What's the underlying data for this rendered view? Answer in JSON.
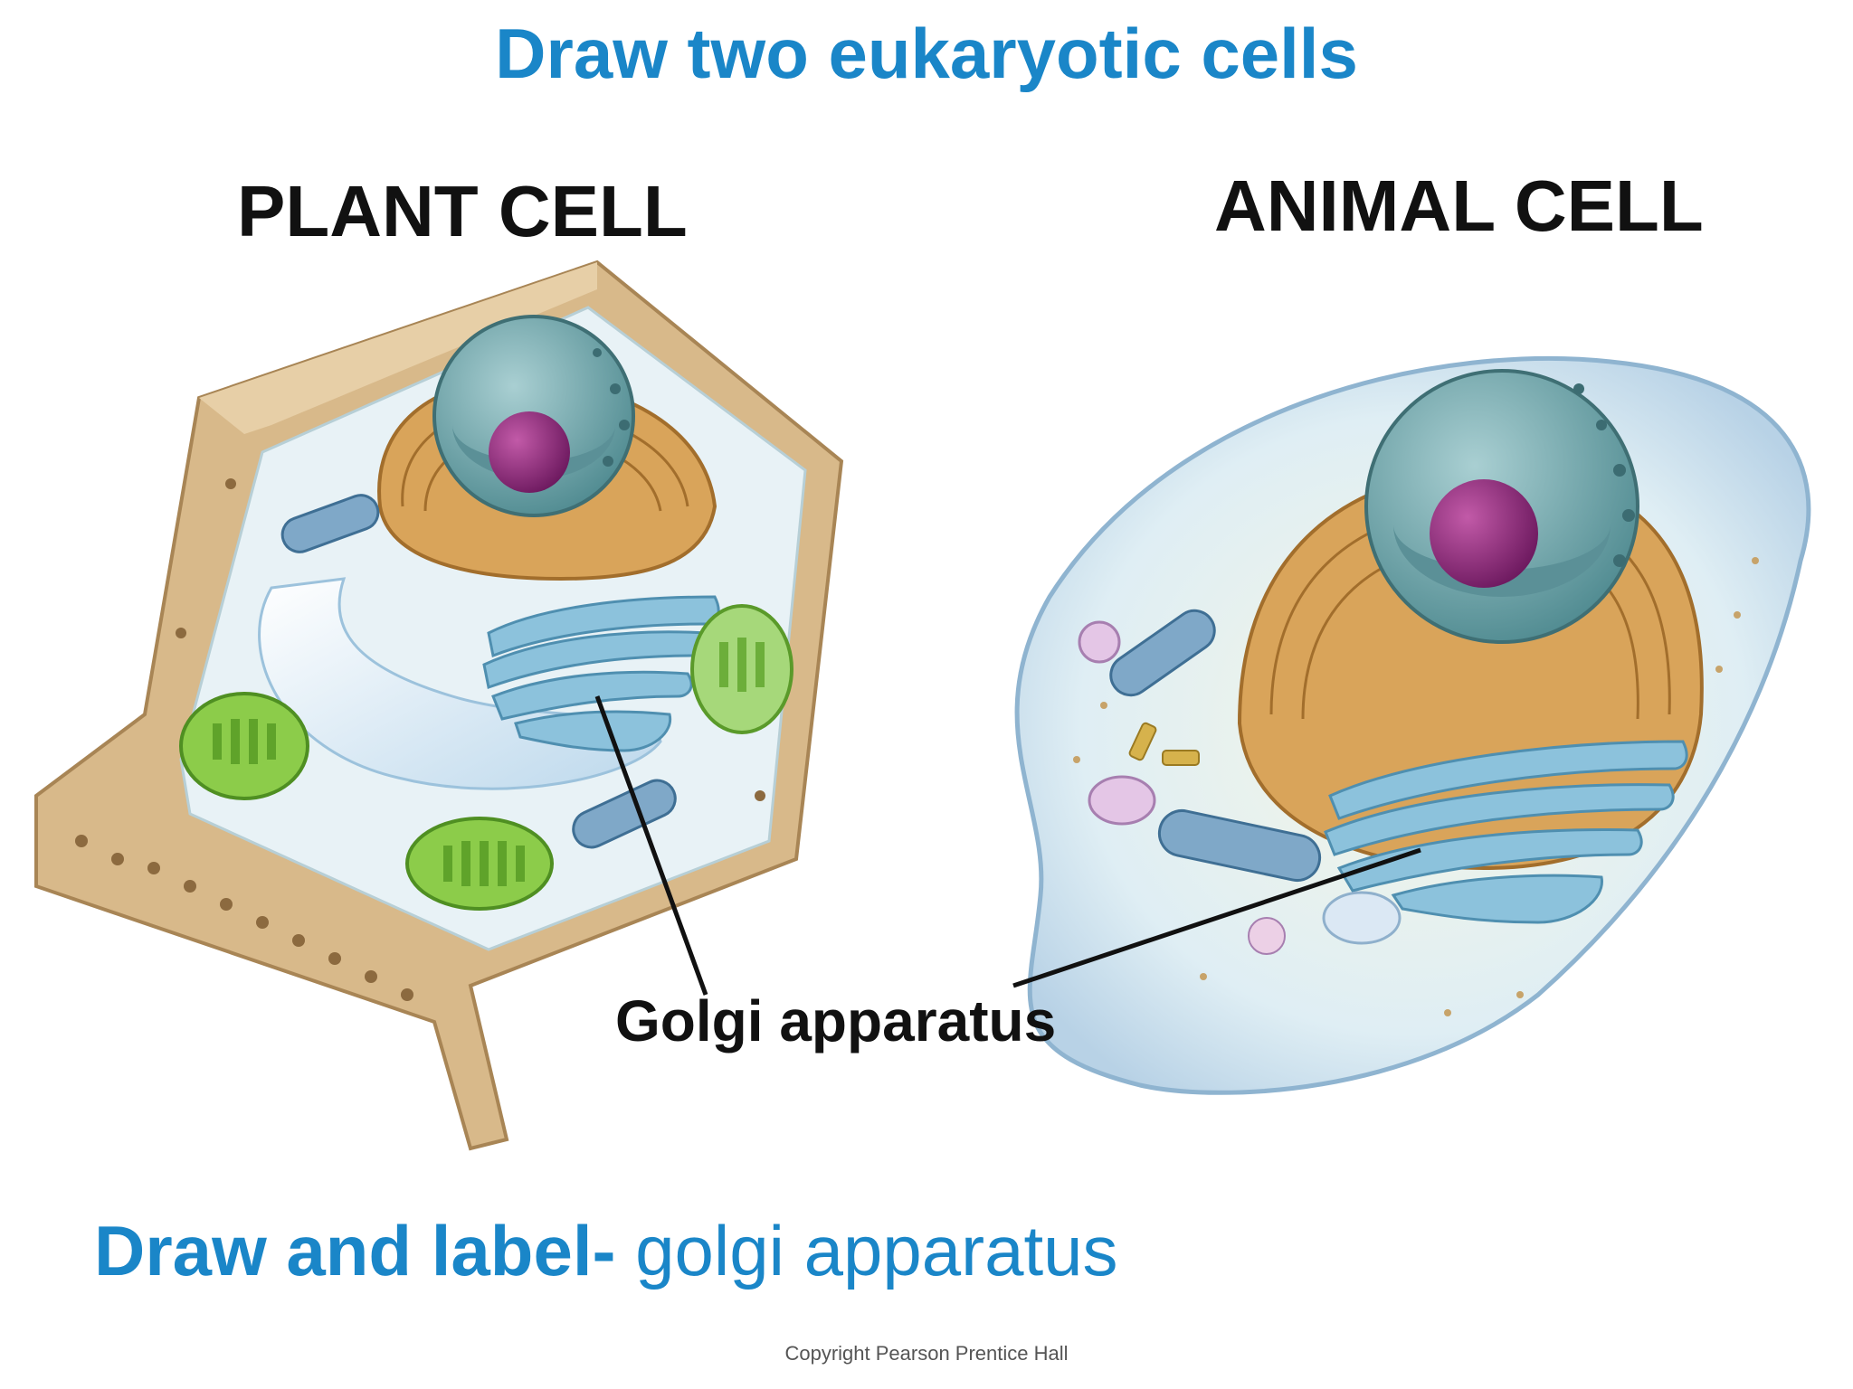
{
  "title": "Draw two eukaryotic cells",
  "plant_cell": {
    "heading": "PLANT CELL"
  },
  "animal_cell": {
    "heading": "ANIMAL CELL"
  },
  "callout": {
    "label": "Golgi apparatus"
  },
  "instruction": {
    "lead": "Draw and label-",
    "rest": "golgi apparatus"
  },
  "copyright": "Copyright Pearson Prentice Hall",
  "colors": {
    "title_blue": "#1a86c8",
    "cell_wall": "#d8b98a",
    "nucleus": "#6fa3a8",
    "nucleolus": "#8e2a7e",
    "er": "#d9a45a",
    "golgi": "#8cc2dc",
    "chloroplast": "#8ccc4a",
    "cytoplasm": "#e8f2f6"
  }
}
